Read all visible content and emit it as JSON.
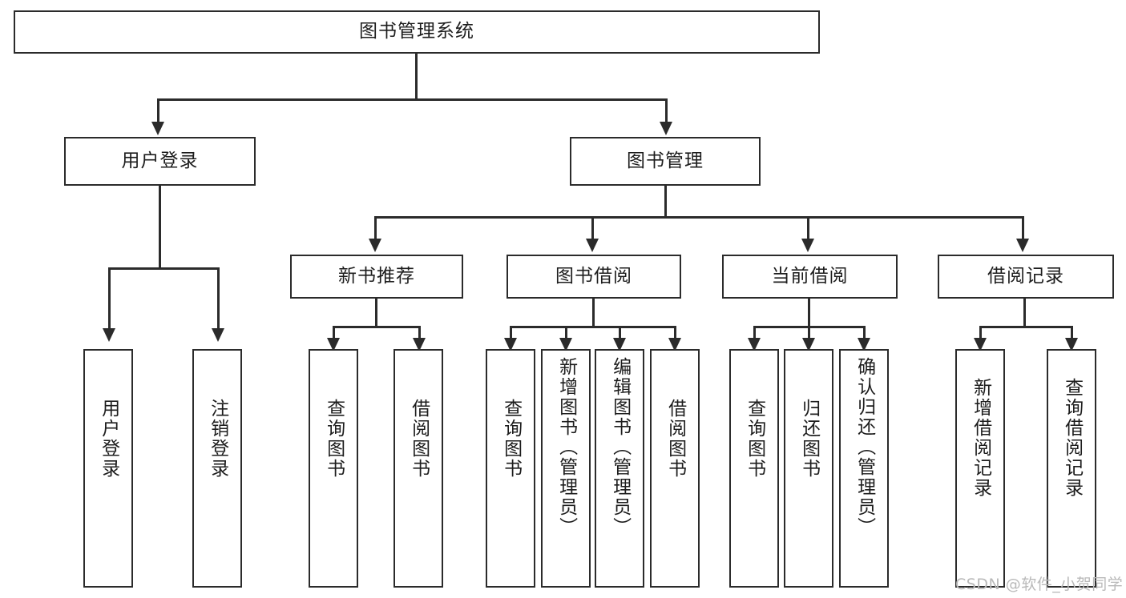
{
  "diagram": {
    "type": "tree-hierarchy",
    "title_node": {
      "label": "图书管理系统"
    },
    "level1": [
      {
        "id": "user-login",
        "label": "用户登录"
      },
      {
        "id": "book-management",
        "label": "图书管理"
      }
    ],
    "level2": [
      {
        "id": "new-book-recommend",
        "label": "新书推荐",
        "parent": "book-management"
      },
      {
        "id": "book-borrow",
        "label": "图书借阅",
        "parent": "book-management"
      },
      {
        "id": "current-borrow",
        "label": "当前借阅",
        "parent": "book-management"
      },
      {
        "id": "borrow-record",
        "label": "借阅记录",
        "parent": "book-management"
      }
    ],
    "leaves": [
      {
        "id": "leaf-user-login",
        "label": "用户登录",
        "parent": "user-login"
      },
      {
        "id": "leaf-user-logout",
        "label": "注销登录",
        "parent": "user-login"
      },
      {
        "id": "leaf-query-book-1",
        "label": "查询图书",
        "parent": "new-book-recommend"
      },
      {
        "id": "leaf-borrow-book-1",
        "label": "借阅图书",
        "parent": "new-book-recommend"
      },
      {
        "id": "leaf-query-book-2",
        "label": "查询图书",
        "parent": "book-borrow"
      },
      {
        "id": "leaf-add-book",
        "label": "新增图书（管理员）",
        "parent": "book-borrow"
      },
      {
        "id": "leaf-edit-book",
        "label": "编辑图书（管理员）",
        "parent": "book-borrow"
      },
      {
        "id": "leaf-borrow-book-2",
        "label": "借阅图书",
        "parent": "book-borrow"
      },
      {
        "id": "leaf-query-book-3",
        "label": "查询图书",
        "parent": "current-borrow"
      },
      {
        "id": "leaf-return-book",
        "label": "归还图书",
        "parent": "current-borrow"
      },
      {
        "id": "leaf-confirm-return",
        "label": "确认归还（管理员）",
        "parent": "current-borrow"
      },
      {
        "id": "leaf-add-record",
        "label": "新增借阅记录",
        "parent": "borrow-record"
      },
      {
        "id": "leaf-query-record",
        "label": "查询借阅记录",
        "parent": "borrow-record"
      }
    ],
    "watermark": "CSDN @软件_小贺同学",
    "colors": {
      "stroke": "#2b2b2b",
      "fill": "#ffffff",
      "text": "#1d1d1d",
      "watermark": "#b9b9b9"
    }
  }
}
